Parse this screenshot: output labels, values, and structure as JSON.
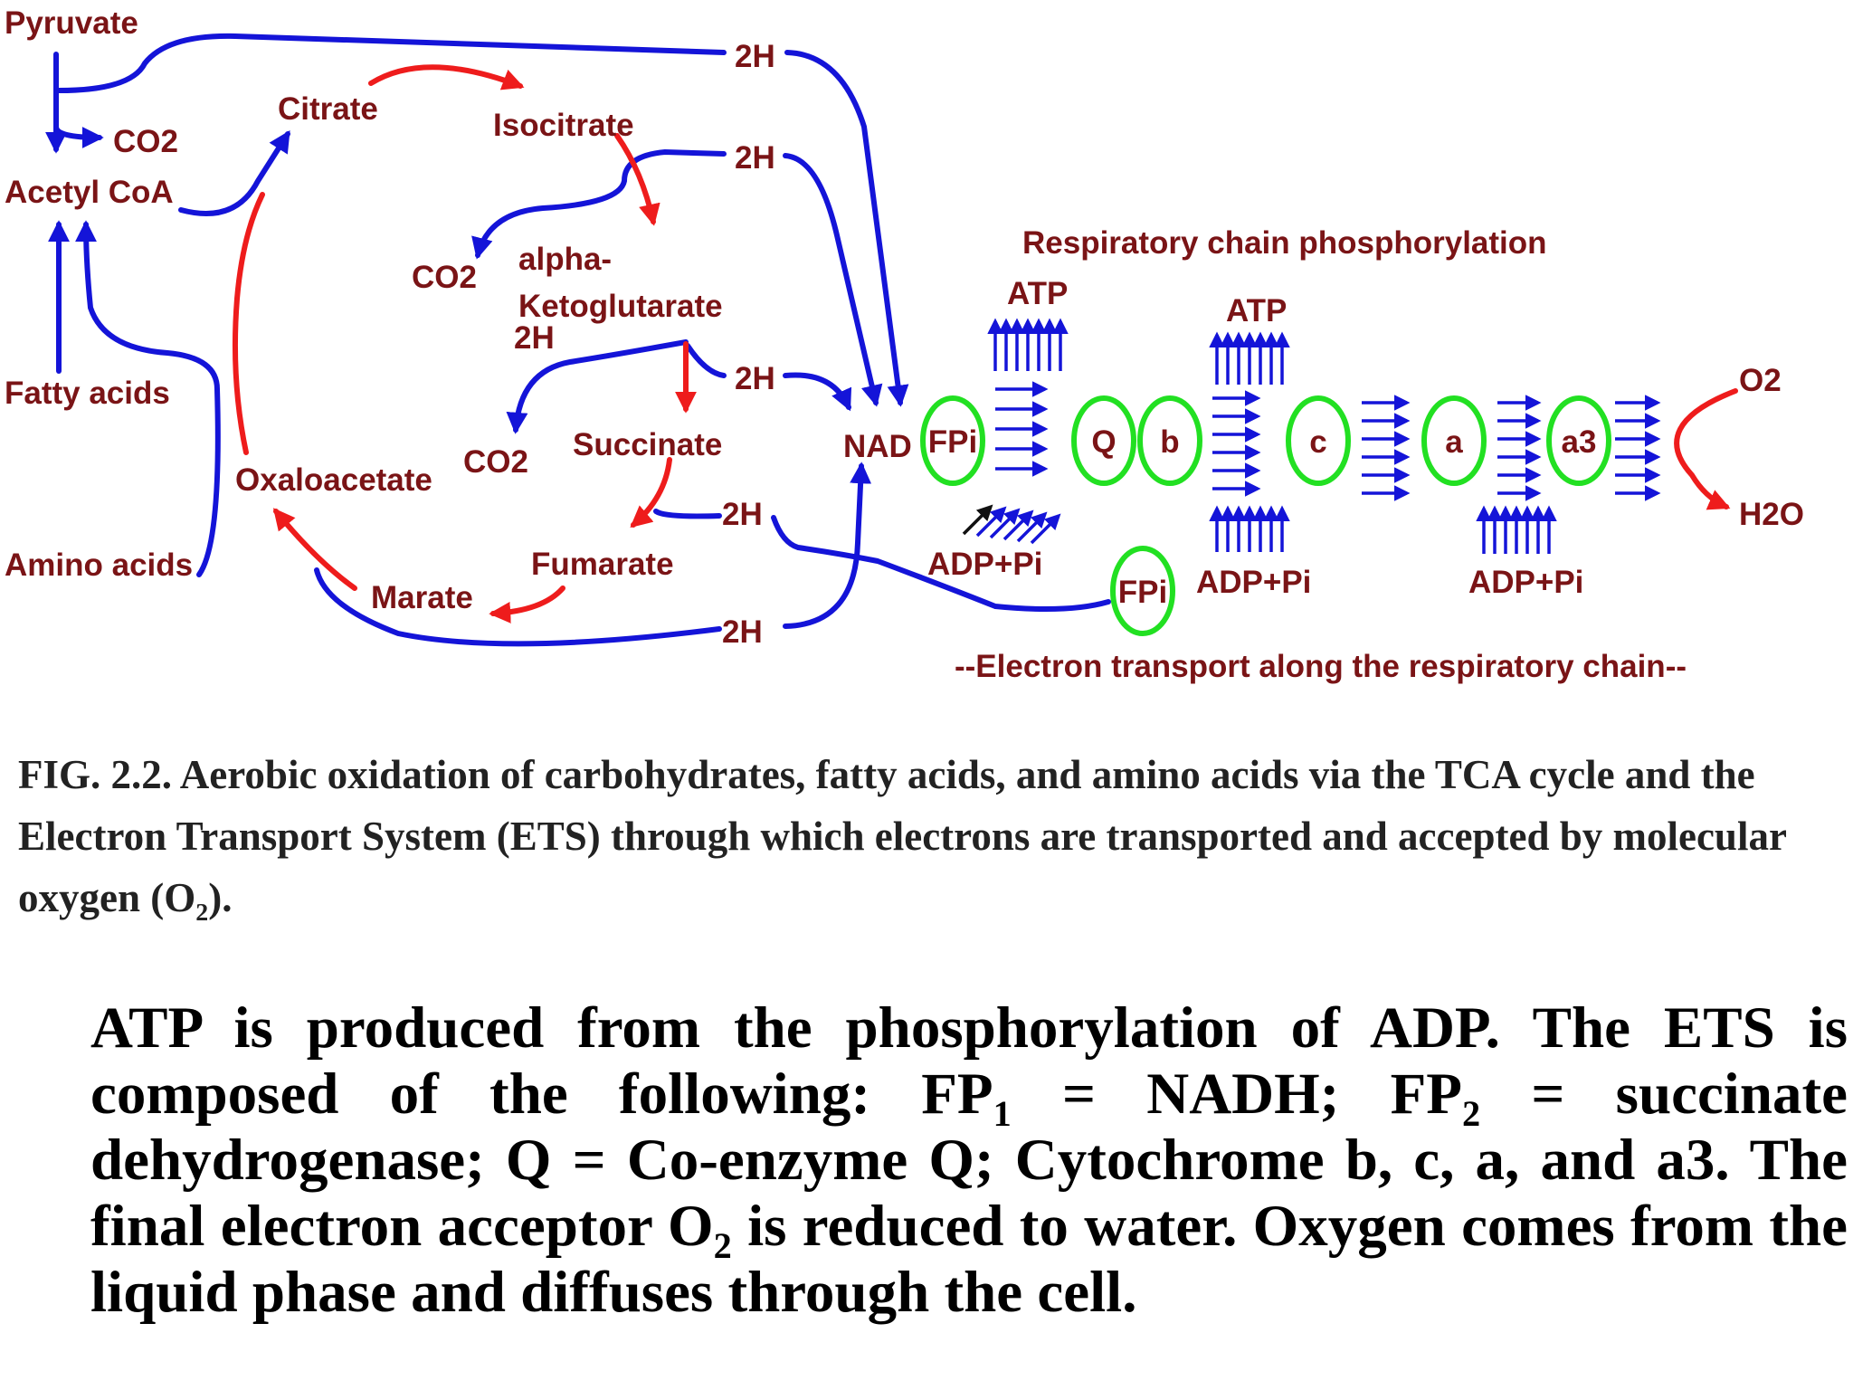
{
  "labels": {
    "pyruvate": "Pyruvate",
    "co2_a": "CO2",
    "acetyl_coa": "Acetyl CoA",
    "fatty_acids": "Fatty acids",
    "amino_acids": "Amino acids",
    "citrate": "Citrate",
    "isocitrate": "Isocitrate",
    "co2_b": "CO2",
    "alpha": "alpha-",
    "ketoglutarate": "Ketoglutarate",
    "two_h_kg": "2H",
    "oxaloacetate": "Oxaloacetate",
    "co2_c": "CO2",
    "succinate": "Succinate",
    "fumarate": "Fumarate",
    "marate": "Marate",
    "h1": "2H",
    "h2": "2H",
    "h3": "2H",
    "h4": "2H",
    "h5": "2H",
    "nad": "NAD",
    "fpi_1": "FPi",
    "fpi_2": "FPi",
    "q": "Q",
    "b": "b",
    "c": "c",
    "a": "a",
    "a3": "a3",
    "resp_title": "Respiratory chain phosphorylation",
    "atp_1": "ATP",
    "atp_2": "ATP",
    "adp_1": "ADP+Pi",
    "adp_2": "ADP+Pi",
    "adp_3": "ADP+Pi",
    "o2": "O2",
    "h2o": "H2O",
    "electron_transport": "--Electron transport along the respiratory chain--"
  },
  "caption": {
    "fig": "FIG. 2.2.",
    "text": "Aerobic oxidation of carbohydrates, fatty acids, and amino acids via the TCA cycle and the Electron Transport System (ETS) through which electrons are transported and accepted by molecular oxygen (O",
    "sub": "2",
    "end": ")."
  },
  "body": {
    "t1": "ATP is produced from the phosphorylation of ADP. The ETS is composed of the following: FP",
    "s1": "1",
    "t2": " = NADH; FP",
    "s2": "2",
    "t3": " = succinate dehydrogenase; Q = Co-enzyme Q; Cytochrome b, c, a, and a3. The final electron acceptor O",
    "s3": "2",
    "t4": " is reduced to water. Oxygen comes from the liquid phase and diffuses through the cell."
  },
  "colors": {
    "metabolite_text": "#7a1416",
    "blue_arrow": "#1414d8",
    "red_arrow": "#ee1c1c",
    "carrier_ring": "#22e022"
  }
}
